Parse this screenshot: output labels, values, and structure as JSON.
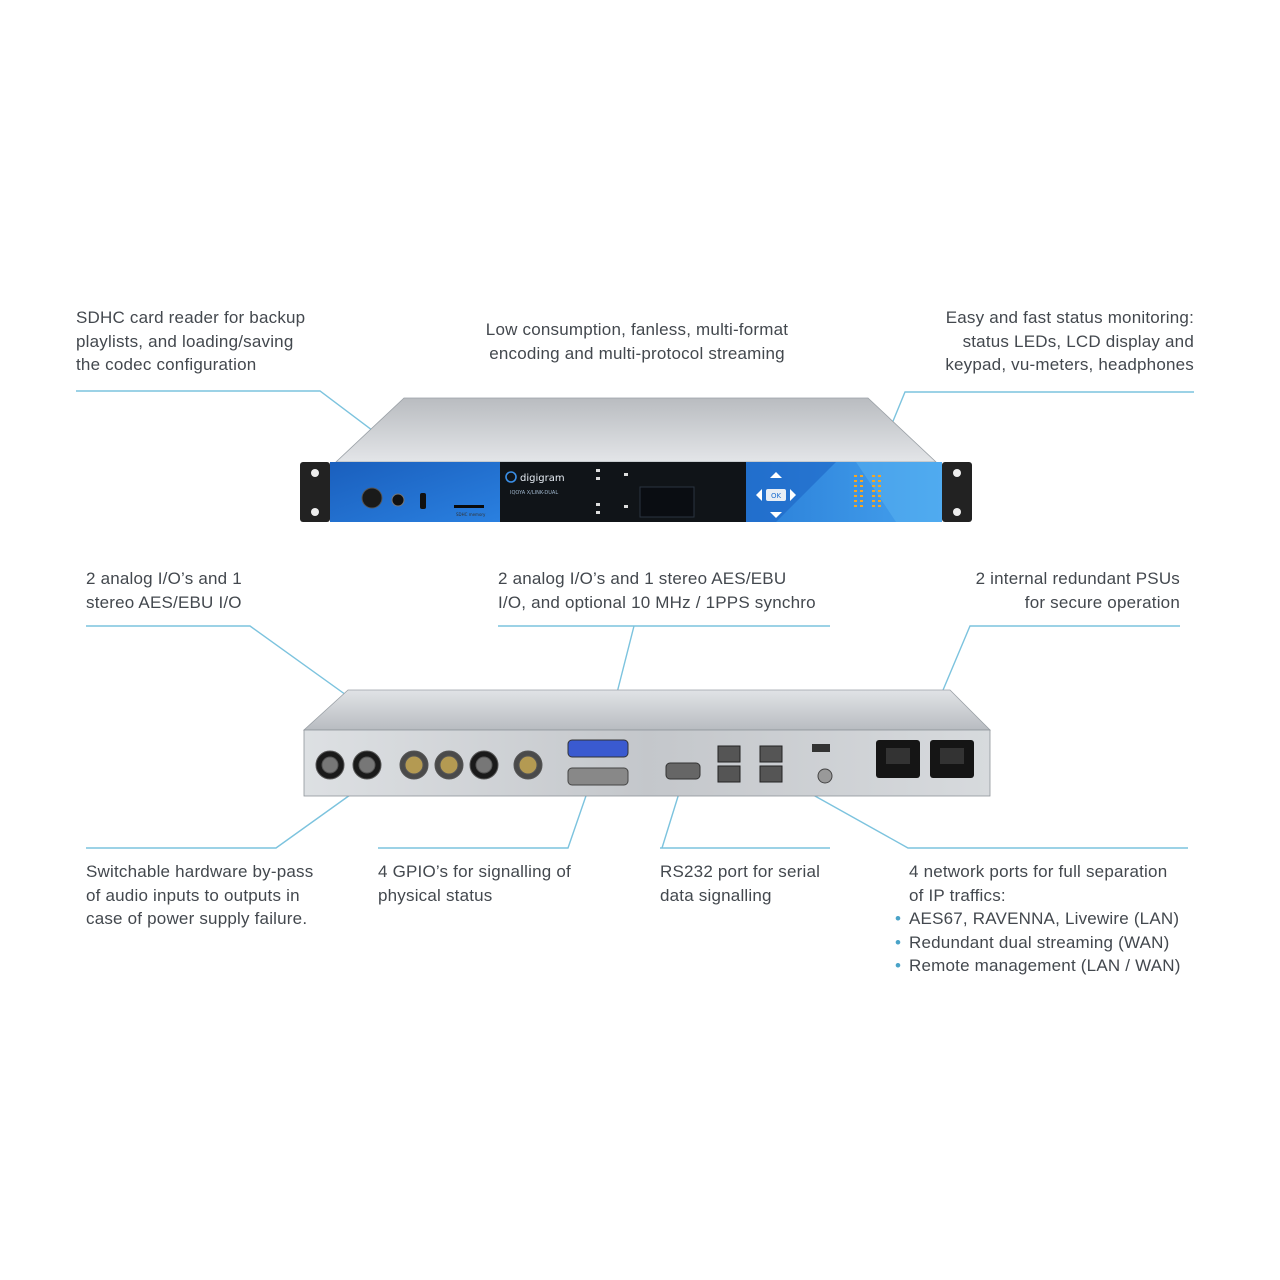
{
  "callouts": {
    "sdhc": [
      "SDHC card reader for backup",
      "playlists, and loading/saving",
      "the codec configuration"
    ],
    "low_consumption": [
      "Low consumption, fanless, multi-format",
      "encoding and multi-protocol streaming"
    ],
    "status": [
      "Easy and fast status monitoring:",
      "status LEDs, LCD display and",
      "keypad, vu-meters, headphones"
    ],
    "analog_left": [
      "2 analog I/O’s and  1",
      "stereo AES/EBU I/O"
    ],
    "analog_center": [
      "2 analog I/O’s and  1 stereo AES/EBU",
      "I/O, and optional 10 MHz / 1PPS synchro"
    ],
    "psu": [
      "2 internal redundant PSUs",
      "for secure operation"
    ],
    "bypass": [
      "Switchable hardware by-pass",
      "of audio inputs to outputs in",
      "case of power supply failure."
    ],
    "gpio": [
      "4 GPIO’s for signalling of",
      "physical status"
    ],
    "rs232": [
      "RS232 port for serial",
      "data signalling"
    ],
    "network": {
      "lines": [
        "4 network ports for full separation",
        "of IP traffics:"
      ],
      "bullets": [
        "AES67, RAVENNA, Livewire (LAN)",
        "Redundant dual streaming (WAN)",
        "Remote management (LAN / WAN)"
      ]
    }
  },
  "device_front": {
    "brand": "digigram",
    "model": "IQOYA X/LINK-DUAL",
    "keypad_center": "OK",
    "sd_label": "SDHC memory"
  },
  "colors": {
    "leader": "#7cc3de",
    "text": "#43484e",
    "bullet": "#4aa3c8",
    "front_blue": "#1e6fd0",
    "front_black": "#0f1216",
    "chassis": "#c9ccd0"
  }
}
